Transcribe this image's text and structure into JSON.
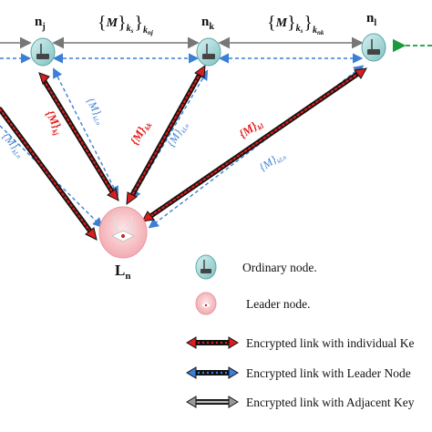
{
  "nodes": {
    "n_j": {
      "label": "n",
      "sub": "j"
    },
    "n_k": {
      "label": "n",
      "sub": "k"
    },
    "n_l": {
      "label": "n",
      "sub": "l"
    },
    "leader": {
      "label": "L",
      "sub": "n"
    }
  },
  "adjacent_links": {
    "jk": {
      "brace_open": "{",
      "M": "M",
      "brace_close": "}",
      "sub1": "k",
      "sub1b": "s",
      "sub2": "k",
      "sub2b": "nj"
    },
    "kl": {
      "brace_open": "{",
      "M": "M",
      "brace_close": "}",
      "sub1": "k",
      "sub1b": "s",
      "sub2": "k",
      "sub2b": "nk"
    }
  },
  "individual_labels": {
    "j": {
      "text": "{M}",
      "sub": "kj"
    },
    "k": {
      "text": "{M}",
      "sub": "kk"
    },
    "l": {
      "text": "{M}",
      "sub": "kl"
    }
  },
  "leader_labels": {
    "j": {
      "text": "{M}",
      "sub": "kLn"
    },
    "k": {
      "text": "{M}",
      "sub": "kLn"
    },
    "l": {
      "text": "{M}",
      "sub": "kLn"
    },
    "left": {
      "text": "{M}",
      "sub": "kLn"
    }
  },
  "legend": {
    "ordinary": "Ordinary node.",
    "leader": "Leader node.",
    "individual": "Encrypted link with individual  Ke",
    "leader_link": "Encrypted link with Leader Node",
    "adjacent": "Encrypted link with Adjacent Key"
  },
  "colors": {
    "red": "#d81e1e",
    "blue": "#3b7fd6",
    "black": "#111111",
    "green": "#1a9a3a",
    "node_fill": "#9fd3d3",
    "leader_fill": "#f4b8bc",
    "red_label": "#e01c1c",
    "blue_label": "#3c7fd0"
  }
}
